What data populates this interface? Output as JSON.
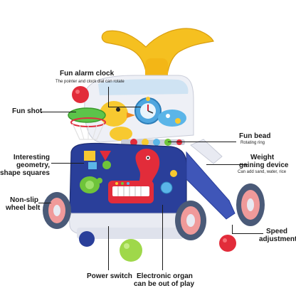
{
  "callouts": {
    "alarm_clock": {
      "title": "Fun alarm clock",
      "subtitle": "The pointer and clock dial can rotate"
    },
    "fun_shot": {
      "title": "Fun shot"
    },
    "fun_bead": {
      "title": "Fun bead",
      "subtitle": "Rotating ring"
    },
    "geometry": {
      "title_line1": "Interesting",
      "title_line2": "geometry,",
      "title_line3": "shape squares"
    },
    "weight": {
      "title_line1": "Weight",
      "title_line2": "gaining device",
      "subtitle": "Can add sand, water, rice"
    },
    "belt": {
      "title_line1": "Non-slip",
      "title_line2": "wheel belt"
    },
    "speed": {
      "title_line1": "Speed",
      "title_line2": "adjustment"
    },
    "power": {
      "title": "Power switch"
    },
    "organ": {
      "title_line1": "Electronic organ",
      "title_line2": "can be out of play"
    }
  },
  "colors": {
    "handle_yellow": "#f5c020",
    "panel_blue": "#2a3f9a",
    "body_white": "#f4f5f8",
    "wheel_rim": "#f09a9a",
    "wheel_tire": "#4a5a78",
    "accent_red": "#e03040",
    "duck_yellow": "#f7c930",
    "green": "#6fc43a"
  }
}
